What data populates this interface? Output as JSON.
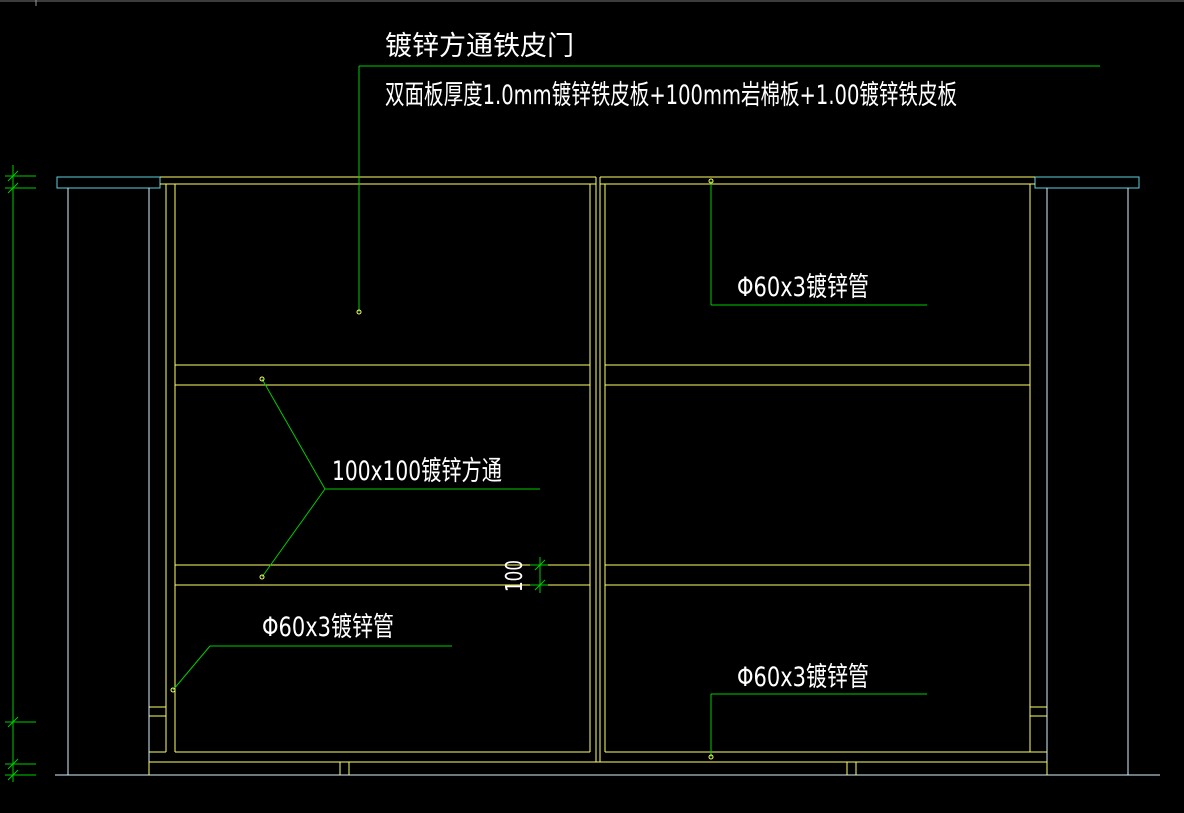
{
  "drawing": {
    "background": "#000000",
    "colors": {
      "structure": "#ffff66",
      "columns": "#d8f4ff",
      "caps": "#5fd0e0",
      "leaders": "#00cc00",
      "text": "#ffffff",
      "dimension": "#00cc00"
    },
    "labels": {
      "door_title": "镀锌方通铁皮门",
      "panel_spec": "双面板厚度1.0mm镀锌铁皮板+100mm岩棉板+1.00镀锌铁皮板",
      "square_tube": "100x100镀锌方通",
      "pipe_top_right": "Φ60x3镀锌管",
      "pipe_left": "Φ60x3镀锌管",
      "pipe_bottom_right": "Φ60x3镀锌管",
      "dimension_100": "100"
    }
  }
}
